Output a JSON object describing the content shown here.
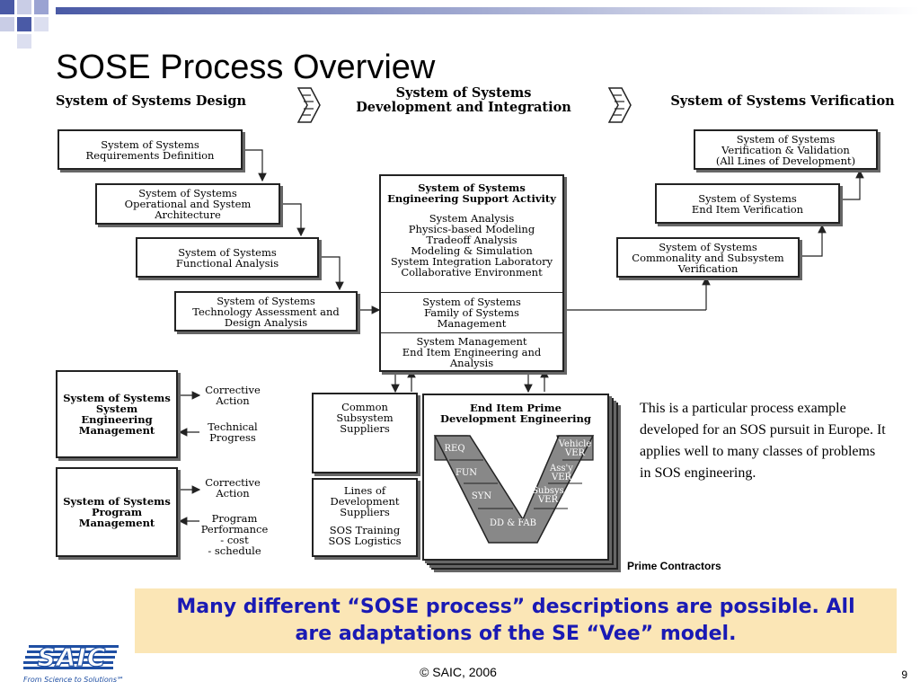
{
  "slide": {
    "title": "SOSE Process Overview",
    "page_number": "9",
    "copyright": "© SAIC, 2006"
  },
  "headers": {
    "design": "System of Systems Design",
    "development": [
      "System of Systems",
      "Development and Integration"
    ],
    "verification": "System of Systems Verification"
  },
  "design_steps": [
    [
      "System of Systems",
      "Requirements Definition"
    ],
    [
      "System of Systems",
      "Operational and System",
      "Architecture"
    ],
    [
      "System of Systems",
      "Functional Analysis"
    ],
    [
      "System of Systems",
      "Technology Assessment and",
      "Design Analysis"
    ]
  ],
  "engineering_support": {
    "title": [
      "System of Systems",
      "Engineering Support Activity"
    ],
    "items": [
      "System Analysis",
      "Physics-based Modeling",
      "Tradeoff Analysis",
      "Modeling & Simulation",
      "System Integration Laboratory",
      "Collaborative Environment"
    ],
    "family": [
      "System of Systems",
      "Family of Systems",
      "Management"
    ],
    "management": [
      "System Management",
      "End Item Engineering and",
      "Analysis"
    ]
  },
  "verification_steps": [
    [
      "System of Systems",
      "Verification & Validation",
      "(All Lines of Development)"
    ],
    [
      "System of Systems",
      "End Item Verification"
    ],
    [
      "System of Systems",
      "Commonality and Subsystem",
      "Verification"
    ]
  ],
  "management_boxes": {
    "se": [
      "System of Systems",
      "System",
      "Engineering",
      "Management"
    ],
    "se_corrective": [
      "Corrective",
      "Action"
    ],
    "se_technical": [
      "Technical",
      "Progress"
    ],
    "pm": [
      "System of Systems",
      "Program",
      "Management"
    ],
    "pm_corrective": [
      "Corrective",
      "Action"
    ],
    "pm_performance": [
      "Program",
      "Performance",
      "- cost",
      "- schedule"
    ]
  },
  "suppliers": {
    "common": [
      "Common",
      "Subsystem",
      "Suppliers"
    ],
    "lines": [
      "Lines of",
      "Development",
      "Suppliers"
    ],
    "training": [
      "SOS Training",
      "SOS Logistics"
    ]
  },
  "end_item": {
    "title": [
      "End Item Prime",
      "Development Engineering"
    ],
    "vee_left": [
      "REQ",
      "FUN",
      "SYN"
    ],
    "vee_bottom": "DD & FAB",
    "vee_right": [
      [
        "Vehicle",
        "VER"
      ],
      [
        "Ass'y",
        "VER"
      ],
      [
        "Subsys",
        "VER"
      ]
    ],
    "prime_contractors": "Prime Contractors"
  },
  "note": "This is a particular process example developed for an SOS pursuit in Europe.  It applies well to many classes of problems in SOS engineering.",
  "banner": [
    "Many different “SOSE process” descriptions are possible.  All",
    "are adaptations of the SE “Vee” model."
  ],
  "logo": {
    "name": "SAIC",
    "tagline": "From Science to Solutions℠"
  },
  "colors": {
    "title_bar": "#4a5aa6",
    "banner_bg": "#fbe6b6",
    "banner_text": "#1a1ab4",
    "vee_fill": "#888888",
    "logo_blue": "#1f4fa3"
  }
}
